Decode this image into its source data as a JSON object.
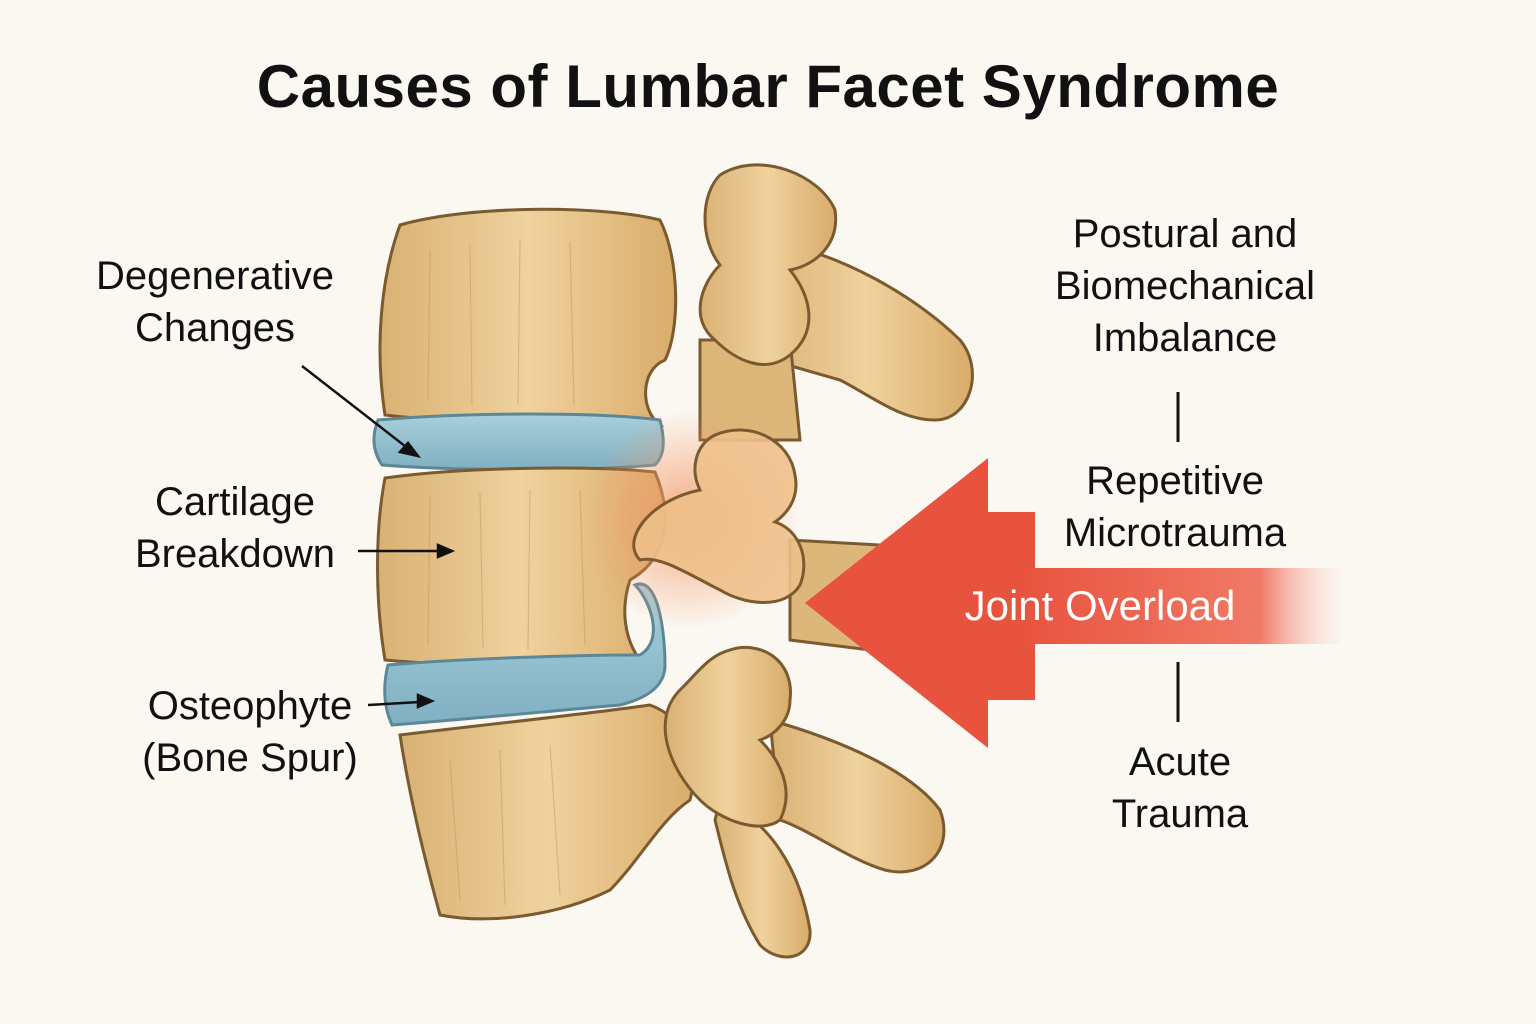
{
  "title": "Causes of Lumbar Facet Syndrome",
  "left_labels": {
    "degenerative": [
      "Degenerative",
      "Changes"
    ],
    "cartilage": [
      "Cartilage",
      "Breakdown"
    ],
    "osteophyte": [
      "Osteophyte",
      "(Bone Spur)"
    ]
  },
  "right_labels": {
    "postural": [
      "Postural and",
      "Biomechanical",
      "Imbalance"
    ],
    "repetitive": [
      "Repetitive",
      "Microtrauma"
    ],
    "acute": [
      "Acute",
      "Trauma"
    ]
  },
  "arrow_label": "Joint Overload",
  "colors": {
    "bone": "#e6c489",
    "bone_outline": "#7a5a2e",
    "disc": "#8fbccb",
    "inflammation": "#f0a070",
    "arrow": "#e8533f",
    "background": "#fbf8f2"
  }
}
